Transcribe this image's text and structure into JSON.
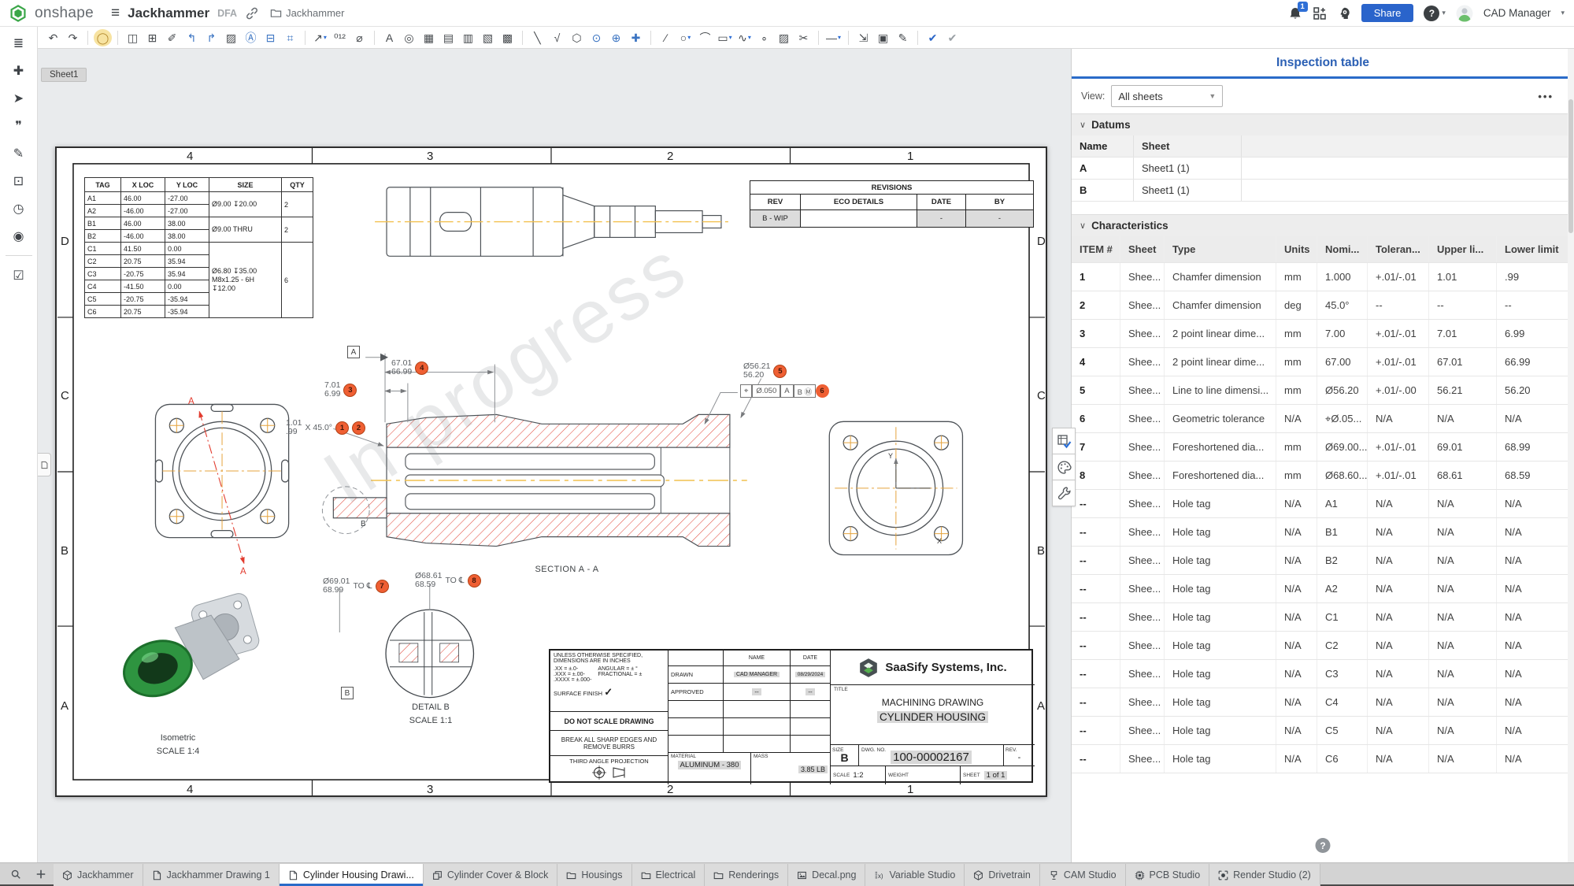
{
  "header": {
    "brand": "onshape",
    "doc_title": "Jackhammer",
    "doc_badge": "DFA",
    "breadcrumb_folder": "Jackhammer",
    "notification_count": "1",
    "share_label": "Share",
    "help_glyph": "?",
    "user_name": "CAD Manager"
  },
  "toolbar": {
    "items": [
      {
        "name": "undo-button",
        "glyph": "↶"
      },
      {
        "name": "redo-button",
        "glyph": "↷"
      },
      {
        "divider": true
      },
      {
        "name": "spotlight-search",
        "glyph": "◯",
        "hl": true
      },
      {
        "divider": true
      },
      {
        "name": "insert-view",
        "glyph": "◫"
      },
      {
        "name": "sheet-settings",
        "glyph": "⊞"
      },
      {
        "name": "stamp-annotation",
        "glyph": "✐"
      },
      {
        "name": "projected-view-left",
        "glyph": "↰",
        "blue": true
      },
      {
        "name": "projected-view-right",
        "glyph": "↱",
        "blue": true
      },
      {
        "name": "hatch-view",
        "glyph": "▨"
      },
      {
        "name": "auxiliary-view",
        "glyph": "Ⓐ",
        "blue": true
      },
      {
        "name": "broken-out-view",
        "glyph": "⊟",
        "blue": true
      },
      {
        "name": "crop-view",
        "glyph": "⌗",
        "blue": true
      },
      {
        "divider": true
      },
      {
        "name": "dimension-tool",
        "glyph": "↗",
        "caret": true
      },
      {
        "name": "ordinate-dimension",
        "glyph": "⁰¹²"
      },
      {
        "name": "diameter-dimension",
        "glyph": "⌀"
      },
      {
        "divider": true
      },
      {
        "name": "note-tool",
        "glyph": "A"
      },
      {
        "name": "inspect-annotation",
        "glyph": "◎"
      },
      {
        "name": "table-tool",
        "glyph": "▦"
      },
      {
        "name": "sheet-table",
        "glyph": "▤"
      },
      {
        "name": "hole-table-tool",
        "glyph": "▥"
      },
      {
        "name": "bend-table-tool",
        "glyph": "▧"
      },
      {
        "name": "revision-table-tool",
        "glyph": "▩"
      },
      {
        "divider": true
      },
      {
        "name": "leader-tool",
        "glyph": "╲"
      },
      {
        "name": "surface-finish-tool",
        "glyph": "√"
      },
      {
        "name": "weld-symbol-tool",
        "glyph": "⬡"
      },
      {
        "name": "datum-target-tool",
        "glyph": "⊙",
        "blue": true
      },
      {
        "name": "center-mark-tool",
        "glyph": "⊕",
        "blue": true
      },
      {
        "name": "centerline-tool",
        "glyph": "✚",
        "blue": true
      },
      {
        "divider": true
      },
      {
        "name": "sketch-line",
        "glyph": "∕"
      },
      {
        "name": "sketch-circle",
        "glyph": "○",
        "caret": true
      },
      {
        "name": "sketch-arc",
        "glyph": "⌒"
      },
      {
        "name": "sketch-rectangle",
        "glyph": "▭",
        "caret": true
      },
      {
        "name": "sketch-spline",
        "glyph": "∿",
        "caret": true
      },
      {
        "name": "sketch-point",
        "glyph": "∘"
      },
      {
        "name": "sketch-hatch",
        "glyph": "▨"
      },
      {
        "name": "trim-tool",
        "glyph": "✂"
      },
      {
        "divider": true
      },
      {
        "name": "line-style",
        "glyph": "—",
        "caret": true
      },
      {
        "divider": true
      },
      {
        "name": "export-dxf",
        "glyph": "⇲"
      },
      {
        "name": "insert-image",
        "glyph": "▣"
      },
      {
        "name": "markup-pen",
        "glyph": "✎"
      },
      {
        "divider": true
      },
      {
        "name": "add-inspection-symbol",
        "glyph": "✔",
        "accent": true
      },
      {
        "name": "remove-inspection-symbol",
        "glyph": "✔",
        "muted": true
      }
    ]
  },
  "sidebar": {
    "items": [
      {
        "name": "feature-list",
        "glyph": "≣"
      },
      {
        "name": "insert-item",
        "glyph": "✚"
      },
      {
        "name": "appearance-tool",
        "glyph": "➤"
      },
      {
        "name": "comments",
        "glyph": "❞"
      },
      {
        "name": "release-notes",
        "glyph": "✎"
      },
      {
        "name": "model-help",
        "glyph": "⊡"
      },
      {
        "name": "performance",
        "glyph": "◷"
      },
      {
        "name": "ai-advisor",
        "glyph": "◉"
      },
      {
        "divider": true
      },
      {
        "name": "inspection-list",
        "glyph": "☑"
      }
    ]
  },
  "canvas": {
    "sheet_tab": "Sheet1"
  },
  "drawing": {
    "zones": {
      "columns": [
        "4",
        "3",
        "2",
        "1"
      ],
      "rows": [
        "D",
        "C",
        "B",
        "A"
      ]
    },
    "watermark": "In progress",
    "hole_table": {
      "headers": [
        "TAG",
        "X LOC",
        "Y LOC",
        "SIZE",
        "QTY"
      ],
      "rows": [
        {
          "tag": "A1",
          "x": "46.00",
          "y": "-27.00"
        },
        {
          "tag": "A2",
          "x": "-46.00",
          "y": "-27.00"
        },
        {
          "tag": "B1",
          "x": "46.00",
          "y": "38.00"
        },
        {
          "tag": "B2",
          "x": "-46.00",
          "y": "38.00"
        },
        {
          "tag": "C1",
          "x": "41.50",
          "y": "0.00"
        },
        {
          "tag": "C2",
          "x": "20.75",
          "y": "35.94"
        },
        {
          "tag": "C3",
          "x": "-20.75",
          "y": "35.94"
        },
        {
          "tag": "C4",
          "x": "-41.50",
          "y": "0.00"
        },
        {
          "tag": "C5",
          "x": "-20.75",
          "y": "-35.94"
        },
        {
          "tag": "C6",
          "x": "20.75",
          "y": "-35.94"
        }
      ],
      "groups": [
        {
          "size": "Ø9.00 ↧20.00",
          "qty": "2"
        },
        {
          "size": "Ø9.00 THRU",
          "qty": "2"
        },
        {
          "size": "Ø6.80 ↧35.00\nM8x1.25 - 6H\n↧12.00",
          "qty": "6"
        }
      ]
    },
    "revisions": {
      "title": "REVISIONS",
      "headers": [
        "REV",
        "ECO DETAILS",
        "DATE",
        "BY"
      ],
      "row": {
        "rev": "B - WIP",
        "eco": "",
        "date": "-",
        "by": "-"
      }
    },
    "dims": {
      "d1": {
        "upper": "1.01",
        "lower": ".99",
        "suffix": "X 45.0°",
        "balloons": [
          "1",
          "2"
        ]
      },
      "d3": {
        "upper": "7.01",
        "lower": "6.99",
        "balloons": [
          "3"
        ]
      },
      "d4": {
        "upper": "67.01",
        "lower": "66.99",
        "balloons": [
          "4"
        ]
      },
      "d5": {
        "upper": "Ø56.21",
        "lower": "56.20",
        "balloons": [
          "5"
        ]
      },
      "d7": {
        "upper": "Ø69.01",
        "lower": "68.99",
        "suffix": "TO ℄",
        "balloons": [
          "7"
        ]
      },
      "d8": {
        "upper": "Ø68.61",
        "lower": "68.59",
        "suffix": "TO ℄",
        "balloons": [
          "8"
        ]
      },
      "fcf": {
        "sym": "⌖",
        "tol": "Ø.050",
        "datum1": "A",
        "datum2": "B Ⓜ",
        "balloon": "6"
      }
    },
    "labels": {
      "section_title": "SECTION A - A",
      "detail_title": "DETAIL B",
      "detail_scale": "SCALE 1:1",
      "iso_title": "Isometric",
      "iso_scale": "SCALE 1:4",
      "datum_a": "A",
      "datum_b": "B",
      "detail_ref": "B",
      "red_datum": "A",
      "axis_x": "X",
      "axis_y": "Y"
    },
    "title_block": {
      "spec1": "UNLESS OTHERWISE SPECIFIED,",
      "spec2": "DIMENSIONS ARE IN INCHES",
      "tol1": ".XX = ±.0-",
      "tol2": ".XXX = ±.00-",
      "tol3": ".XXXX = ±.000-",
      "tol4": "ANGULAR = ± °",
      "tol5": "FRACTIONAL = ±",
      "surface_finish": "SURFACE FINISH",
      "check": "✓",
      "do_not_scale": "DO NOT SCALE DRAWING",
      "break_edges": "BREAK ALL SHARP EDGES AND\nREMOVE BURRS",
      "projection": "THIRD ANGLE PROJECTION",
      "name_header": "NAME",
      "date_header": "DATE",
      "drawn_label": "DRAWN",
      "drawn_name": "CAD MANAGER",
      "drawn_date": "08/29/2024",
      "approved_label": "APPROVED",
      "approved_name": "--",
      "approved_date": "--",
      "material_label": "MATERIAL",
      "material_value": "ALUMINUM - 380",
      "mass_label": "MASS",
      "mass_value": "3.85 LB",
      "company": "SaaSify Systems, Inc.",
      "title_label": "TITLE",
      "title_line1": "MACHINING DRAWING",
      "title_line2": "CYLINDER HOUSING",
      "size_label": "SIZE",
      "size_value": "B",
      "dwg_label": "DWG. NO.",
      "dwg_value": "100-00002167",
      "rev_label": "REV.",
      "rev_value": "-",
      "scale_label": "SCALE",
      "scale_value": "1:2",
      "weight_label": "WEIGHT",
      "weight_value": "",
      "sheet_label": "SHEET",
      "sheet_value": "1 of 1"
    }
  },
  "side_tools": [
    {
      "name": "inspection-table-tool",
      "icon": "check-table",
      "active": true
    },
    {
      "name": "appearance-panel-tool",
      "icon": "palette"
    },
    {
      "name": "measure-tools-panel",
      "icon": "wrench"
    }
  ],
  "inspection_panel": {
    "title": "Inspection table",
    "view_label": "View:",
    "view_value": "All sheets",
    "menu_glyph": "•••",
    "datums": {
      "section": "Datums",
      "headers": [
        "Name",
        "Sheet"
      ],
      "rows": [
        [
          "A",
          "Sheet1 (1)"
        ],
        [
          "B",
          "Sheet1 (1)"
        ]
      ]
    },
    "characteristics": {
      "section": "Characteristics",
      "headers": [
        "ITEM #",
        "Sheet",
        "Type",
        "Units",
        "Nomi...",
        "Toleran...",
        "Upper li...",
        "Lower limit"
      ],
      "rows": [
        [
          "1",
          "Shee...",
          "Chamfer dimension",
          "mm",
          "1.000",
          "+.01/-.01",
          "1.01",
          ".99"
        ],
        [
          "2",
          "Shee...",
          "Chamfer dimension",
          "deg",
          "45.0°",
          "--",
          "--",
          "--"
        ],
        [
          "3",
          "Shee...",
          "2 point linear dime...",
          "mm",
          "7.00",
          "+.01/-.01",
          "7.01",
          "6.99"
        ],
        [
          "4",
          "Shee...",
          "2 point linear dime...",
          "mm",
          "67.00",
          "+.01/-.01",
          "67.01",
          "66.99"
        ],
        [
          "5",
          "Shee...",
          "Line to line dimensi...",
          "mm",
          "Ø56.20",
          "+.01/-.00",
          "56.21",
          "56.20"
        ],
        [
          "6",
          "Shee...",
          "Geometric tolerance",
          "N/A",
          "⌖Ø.05...",
          "N/A",
          "N/A",
          "N/A"
        ],
        [
          "7",
          "Shee...",
          "Foreshortened dia...",
          "mm",
          "Ø69.00...",
          "+.01/-.01",
          "69.01",
          "68.99"
        ],
        [
          "8",
          "Shee...",
          "Foreshortened dia...",
          "mm",
          "Ø68.60...",
          "+.01/-.01",
          "68.61",
          "68.59"
        ],
        [
          "--",
          "Shee...",
          "Hole tag",
          "N/A",
          "A1",
          "N/A",
          "N/A",
          "N/A"
        ],
        [
          "--",
          "Shee...",
          "Hole tag",
          "N/A",
          "B1",
          "N/A",
          "N/A",
          "N/A"
        ],
        [
          "--",
          "Shee...",
          "Hole tag",
          "N/A",
          "B2",
          "N/A",
          "N/A",
          "N/A"
        ],
        [
          "--",
          "Shee...",
          "Hole tag",
          "N/A",
          "A2",
          "N/A",
          "N/A",
          "N/A"
        ],
        [
          "--",
          "Shee...",
          "Hole tag",
          "N/A",
          "C1",
          "N/A",
          "N/A",
          "N/A"
        ],
        [
          "--",
          "Shee...",
          "Hole tag",
          "N/A",
          "C2",
          "N/A",
          "N/A",
          "N/A"
        ],
        [
          "--",
          "Shee...",
          "Hole tag",
          "N/A",
          "C3",
          "N/A",
          "N/A",
          "N/A"
        ],
        [
          "--",
          "Shee...",
          "Hole tag",
          "N/A",
          "C4",
          "N/A",
          "N/A",
          "N/A"
        ],
        [
          "--",
          "Shee...",
          "Hole tag",
          "N/A",
          "C5",
          "N/A",
          "N/A",
          "N/A"
        ],
        [
          "--",
          "Shee...",
          "Hole tag",
          "N/A",
          "C6",
          "N/A",
          "N/A",
          "N/A"
        ]
      ]
    },
    "help_glyph": "?"
  },
  "bottom_bar": {
    "tabs": [
      {
        "icon": "cube",
        "label": "Jackhammer"
      },
      {
        "icon": "page",
        "label": "Jackhammer Drawing 1"
      },
      {
        "icon": "page",
        "label": "Cylinder Housing Drawi...",
        "active": true
      },
      {
        "icon": "blocks",
        "label": "Cylinder Cover & Block"
      },
      {
        "icon": "folder",
        "label": "Housings"
      },
      {
        "icon": "folder",
        "label": "Electrical"
      },
      {
        "icon": "folder",
        "label": "Renderings"
      },
      {
        "icon": "image",
        "label": "Decal.png"
      },
      {
        "icon": "variable",
        "label": "Variable Studio"
      },
      {
        "icon": "cube",
        "label": "Drivetrain"
      },
      {
        "icon": "cam",
        "label": "CAM Studio"
      },
      {
        "icon": "pcb",
        "label": "PCB Studio"
      },
      {
        "icon": "render",
        "label": "Render Studio (2)"
      }
    ]
  }
}
